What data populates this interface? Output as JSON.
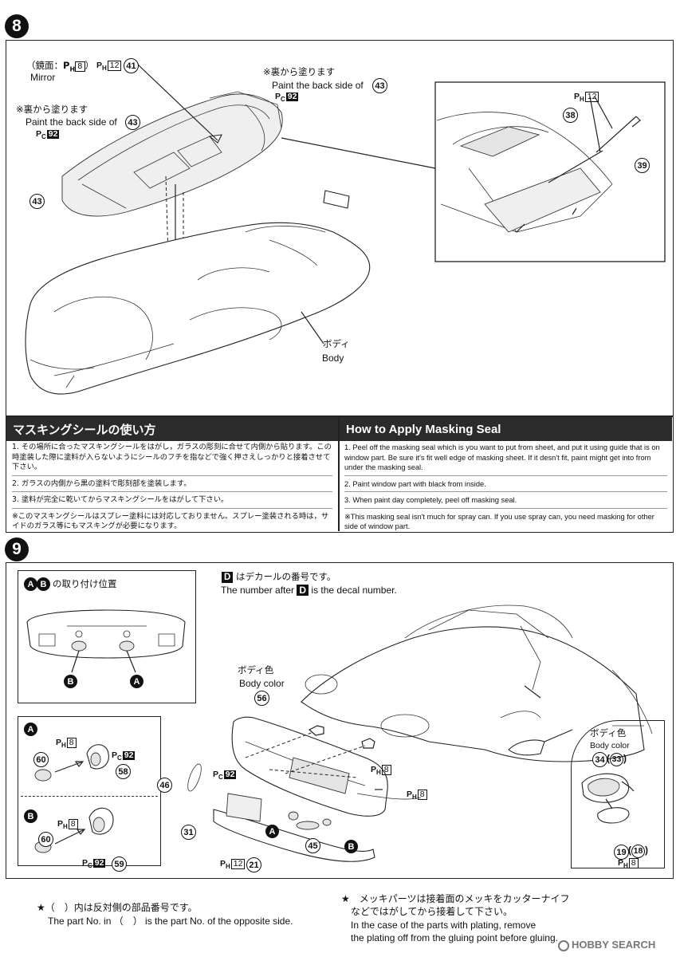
{
  "step8": {
    "number": "8",
    "mirror_jp_prefix": "（鏡面：",
    "mirror_jp_code1": "P",
    "mirror_jp_sub1": "H",
    "mirror_jp_box1": "8",
    "mirror_jp_suffix": "）",
    "mirror_code2_p": "P",
    "mirror_code2_sub": "H",
    "mirror_code2_box": "12",
    "mirror_part": "41",
    "mirror_en": "Mirror",
    "note_left_jp": "※裏から塗ります",
    "note_left_en": "Paint the back side of",
    "note_left_part": "43",
    "note_left_code_p": "P",
    "note_left_code_sub": "C",
    "note_left_code_num": "92",
    "note_top_jp": "※裏から塗ります",
    "note_top_en": "Paint the back side of",
    "note_top_part": "43",
    "note_top_code_p": "P",
    "note_top_code_sub": "C",
    "note_top_code_num": "92",
    "part_43": "43",
    "detail_code_p": "P",
    "detail_code_sub": "H",
    "detail_code_box": "12",
    "part_38": "38",
    "part_39": "39",
    "body_jp": "ボディ",
    "body_en": "Body"
  },
  "masking": {
    "title_jp": "マスキングシールの使い方",
    "title_en": "How to Apply Masking Seal",
    "jp_items": [
      "1. その場所に合ったマスキングシールをはがし，ガラスの彫刻に合せて内側から貼ります。この時塗装した際に塗料が入らないようにシールのフチを指などで強く押さえしっかりと接着させて下さい。",
      "2. ガラスの内側から黒の塗料で彫刻部を塗装します。",
      "3. 塗料が完全に乾いてからマスキングシールをはがして下さい。",
      "※このマスキングシールはスプレー塗料には対応しておりません。スプレー塗装される時は，サイドのガラス等にもマスキングが必要になります。"
    ],
    "en_items": [
      "1. Peel off the masking seal which is you want to put from sheet, and put it using guide that is on window part. Be sure it's fit well edge of masking sheet. If it desn't fit, paint might get into from under the masking seal.",
      "2. Paint window part with black from inside.",
      "3. When paint day completely, peel off masking seal.",
      "※This masking seal isn't much for spray can. If you use spray can, you need masking for other side of window part."
    ]
  },
  "step9": {
    "number": "9",
    "ab_position_jp": "の取り付け位置",
    "letter_a": "A",
    "letter_b": "B",
    "decal_d": "D",
    "decal_note_jp": "はデカールの番号です。",
    "decal_note_en_prefix": "The number after",
    "decal_note_en_suffix": "is the decal number.",
    "body_color_jp": "ボディ色",
    "body_color_en": "Body color",
    "body_color_jp_small": "ボディ色",
    "body_color_en_small": "Body color",
    "parts": {
      "p56": "56",
      "p46": "46",
      "p31": "31",
      "p21": "21",
      "p45": "45",
      "p60a": "60",
      "p58": "58",
      "p60b": "60",
      "p59": "59",
      "p34": "34",
      "p33": "33",
      "p19": "19",
      "p18": "18"
    },
    "codes": {
      "ph8": "8",
      "pc92": "92",
      "ph12": "12"
    },
    "footnote_jp": "★（　）内は反対側の部品番号です。",
    "footnote_en": "The part No. in （　） is the part No. of the opposite side.",
    "plating_jp_line1": "★　メッキパーツは接着面のメッキをカッターナイフ",
    "plating_jp_line2": "などではがしてから接着して下さい。",
    "plating_en_line1": "In the case of the parts with plating, remove",
    "plating_en_line2": "the plating off from the gluing point before gluing."
  },
  "watermark": "HOBBY SEARCH"
}
